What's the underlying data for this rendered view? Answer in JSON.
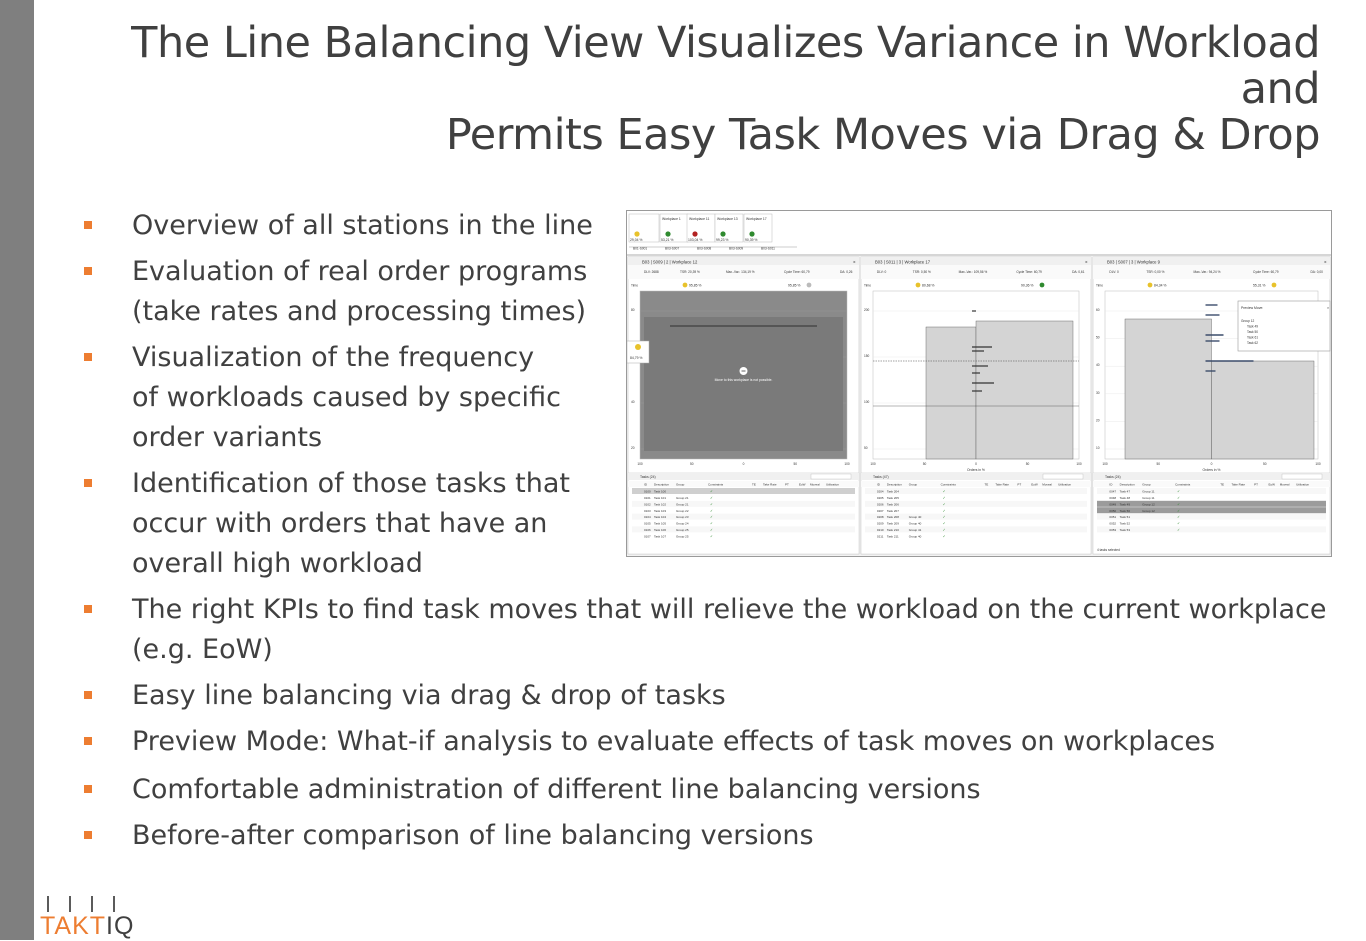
{
  "title": {
    "line1": "The Line Balancing View Visualizes Variance in Workload and",
    "line2": "Permits Easy Task Moves via Drag & Drop"
  },
  "bullets": [
    "Overview of all stations in the line",
    "Evaluation of real order programs\n(take rates and processing times)",
    "Visualization of the frequency\nof workloads caused by specific\norder variants",
    "Identification of those tasks that\noccur with orders that have an\noverall high workload",
    "The right KPIs to find task moves that will relieve the workload on the current workplace\n(e.g. EoW)",
    "Easy line balancing via drag & drop of tasks",
    "Preview Mode: What-if analysis to evaluate effects of task moves on workplaces",
    "Comfortable administration of different line balancing versions",
    "Before-after comparison of line balancing versions"
  ],
  "colors": {
    "accent": "#ed7d31",
    "sidebar": "#7f7f7f",
    "text": "#404040"
  },
  "screenshot": {
    "overview_workplaces": [
      "Workplace 1",
      "Workplace 11",
      "Workplace 13",
      "Workplace 17"
    ],
    "overview_values": [
      "29,04 %",
      "53,21 %",
      "103,04 %",
      "99,23 %",
      "90,39 %"
    ],
    "overview_ids": [
      "B01-S001",
      "B03-S007",
      "B03-S008",
      "B03-S009",
      "B03-S011"
    ],
    "panels": [
      {
        "title": "B03 | S009 | 2 | Workplace 12",
        "stats": [
          "DLV: 2688",
          "TSR: 20,39 %",
          "Max.-Var.: 134,19 %",
          "Cycle Time: 60,79",
          "DA: 0,26"
        ],
        "badge_left": "95,85 %",
        "badge_right": "95,85 %",
        "side_badge": "84,79 %",
        "message": "Move to this workplace is not possible.",
        "y_ticks": [
          "80",
          "60",
          "40",
          "20"
        ],
        "x_ticks": [
          "100",
          "50",
          "0",
          "50",
          "100"
        ],
        "tasks_label": "Tasks (24)",
        "columns": [
          "ID",
          "Description",
          "Group",
          "Constraints",
          "TE",
          "Take Rate",
          "PT",
          "EoW",
          "Moveal",
          "Utilization"
        ],
        "rows": [
          [
            "0100",
            "Task 100",
            ""
          ],
          [
            "0101",
            "Task 101",
            "Group 21"
          ],
          [
            "0102",
            "Task 102",
            "Group 21"
          ],
          [
            "0103",
            "Task 103",
            "Group 22"
          ],
          [
            "0104",
            "Task 104",
            "Group 23"
          ],
          [
            "0105",
            "Task 105",
            "Group 24"
          ],
          [
            "0106",
            "Task 106",
            "Group 25"
          ],
          [
            "0107",
            "Task 107",
            "Group 25"
          ]
        ]
      },
      {
        "title": "B03 | S011 | 3 | Workplace 17",
        "stats": [
          "DLV: 0",
          "TSR: 0,50 %",
          "Max.-Var.: 109,56 %",
          "Cycle Time: 60,79",
          "DA: 0,61"
        ],
        "badge_left": "80,68 %",
        "badge_right": "90,36 %",
        "y_ticks": [
          "200",
          "150",
          "100",
          "50"
        ],
        "x_ticks": [
          "100",
          "50",
          "0",
          "50",
          "100"
        ],
        "xlabel": "Orders in %",
        "tasks_label": "Tasks (47)",
        "columns": [
          "ID",
          "Description",
          "Group",
          "Constraints",
          "TE",
          "Take Rate",
          "PT",
          "EoW",
          "Moveal",
          "Utilization"
        ],
        "rows": [
          [
            "0204",
            "Task 204",
            ""
          ],
          [
            "0205",
            "Task 205",
            ""
          ],
          [
            "0206",
            "Task 206",
            ""
          ],
          [
            "0207",
            "Task 207",
            ""
          ],
          [
            "0208",
            "Task 208",
            "Group 40"
          ],
          [
            "0209",
            "Task 209",
            "Group 40"
          ],
          [
            "0210",
            "Task 210",
            "Group 41"
          ],
          [
            "0211",
            "Task 211",
            "Group 40"
          ]
        ]
      },
      {
        "title": "B03 | S007 | 3 | Workplace 9",
        "stats": [
          "DLV: 0",
          "TSR: 0,00 %",
          "Max.-Var.: 94,24 %",
          "Cycle Time: 60,79",
          "DA: 0,00"
        ],
        "badge_left": "84,34 %",
        "badge_right": "55,31 %",
        "y_ticks": [
          "60",
          "50",
          "40",
          "30",
          "20",
          "10"
        ],
        "x_ticks": [
          "100",
          "50",
          "0",
          "50",
          "100"
        ],
        "xlabel": "Orders in %",
        "preview_title": "Preview Move:",
        "preview_items": [
          "Group 12",
          "Task 49",
          "Task 50",
          "Task 61",
          "Task 62"
        ],
        "tasks_label": "Tasks (24)",
        "columns": [
          "ID",
          "Description",
          "Group",
          "Constraints",
          "TE",
          "Take Rate",
          "PT",
          "EoW",
          "Moveal",
          "Utilization"
        ],
        "rows": [
          [
            "0047",
            "Task 47",
            "Group 11"
          ],
          [
            "0048",
            "Task 48",
            "Group 11"
          ],
          [
            "0049",
            "Task 49",
            "Group 12"
          ],
          [
            "0050",
            "Task 50",
            "Group 12"
          ],
          [
            "0051",
            "Task 51",
            ""
          ],
          [
            "0052",
            "Task 52",
            ""
          ],
          [
            "0053",
            "Task 53",
            ""
          ]
        ],
        "footer": "4 tasks selected"
      }
    ]
  },
  "logo": {
    "part1": "TAKT",
    "part2": "IQ"
  }
}
